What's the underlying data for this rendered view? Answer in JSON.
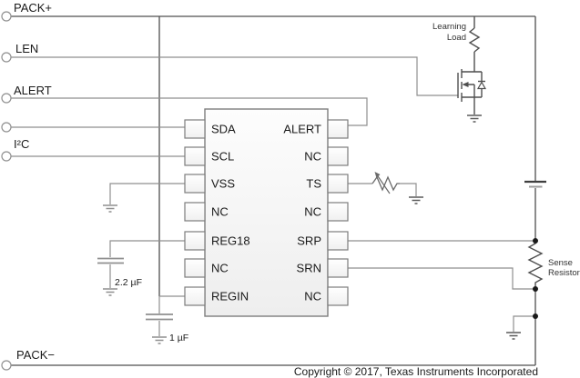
{
  "diagram": {
    "labels": {
      "pack_plus": "PACK+",
      "len": "LEN",
      "alert": "ALERT",
      "i2c": "I²C",
      "pack_minus": "PACK−",
      "learning_load_1": "Learning",
      "learning_load_2": "Load",
      "sense_resistor_1": "Sense",
      "sense_resistor_2": "Resistor",
      "cap_reg18": "2.2 µF",
      "cap_regin": "1 µF"
    },
    "ic": {
      "left_pins": [
        "SDA",
        "SCL",
        "VSS",
        "NC",
        "REG18",
        "NC",
        "REGIN"
      ],
      "right_pins": [
        "ALERT",
        "NC",
        "TS",
        "NC",
        "SRP",
        "SRN",
        "NC"
      ]
    },
    "footer": {
      "copyright": "Copyright © 2017, Texas Instruments Incorporated"
    },
    "colors": {
      "wire_gray": "#8f8f8f",
      "line_dark": "#4f4f4f",
      "text": "#1a1a1a",
      "background": "#ffffff"
    }
  }
}
